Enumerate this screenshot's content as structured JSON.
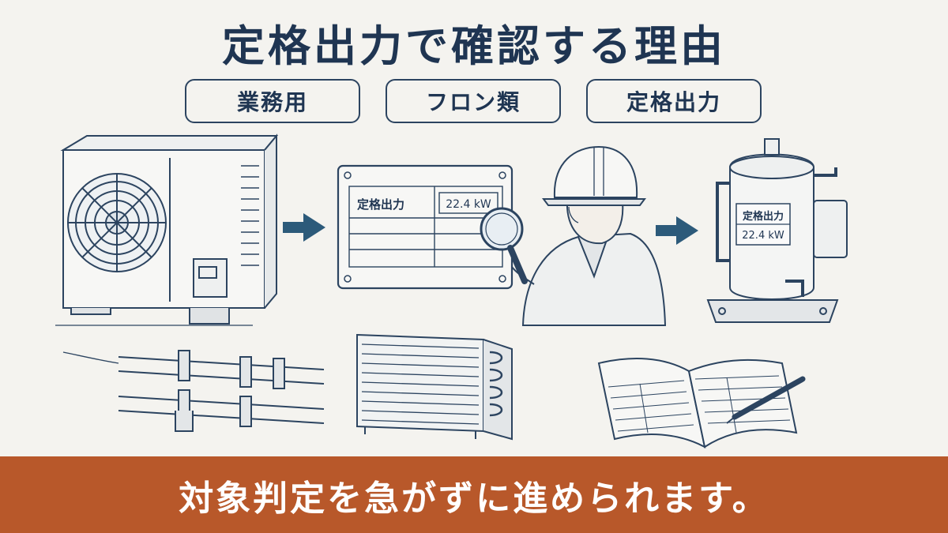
{
  "title": "定格出力で確認する理由",
  "tags": [
    "業務用",
    "フロン類",
    "定格出力"
  ],
  "nameplate": {
    "label": "定格出力",
    "value": "22.4 kW"
  },
  "compressor_label": {
    "label": "定格出力",
    "value": "22.4 kW"
  },
  "banner": "対象判定を急がずに進められます。",
  "colors": {
    "navy": "#1f3552",
    "line": "#2c4460",
    "banner": "#b8582a",
    "background": "#f4f3ef"
  },
  "icons": [
    "outdoor-unit-icon",
    "arrow-right-icon",
    "nameplate-icon",
    "technician-icon",
    "magnifier-icon",
    "compressor-icon",
    "pipes-icon",
    "heat-exchanger-icon",
    "logbook-icon",
    "pen-icon"
  ]
}
